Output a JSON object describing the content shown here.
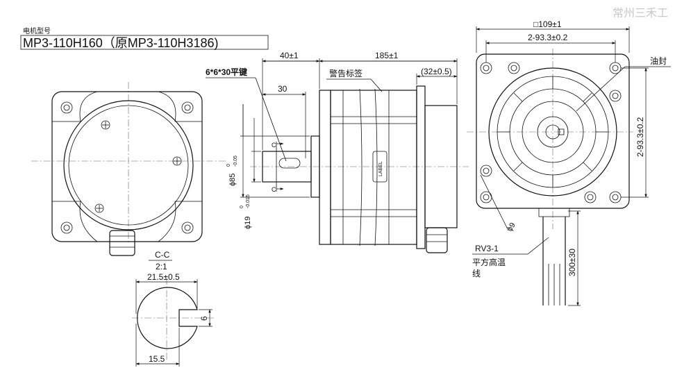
{
  "watermark": "常州三禾工",
  "model": {
    "caption": "电机型号",
    "name": "MP3-110H160（原MP3-110H3186)"
  },
  "side_view": {
    "length_total": "185±1",
    "shaft_length": "40±1",
    "key_length": "30",
    "rear_cap": "(32±0.5)",
    "key_label": "6*6*30平键",
    "warning_label": "警告标签",
    "label_text": "LABEL",
    "section_mark": "C",
    "pilot_dia": "ϕ85",
    "pilot_tol_upper": "0",
    "pilot_tol_lower": "-0.05",
    "shaft_dia": "ϕ19",
    "shaft_tol_upper": "0",
    "shaft_tol_lower": "-0.015"
  },
  "front_view": {
    "flange_size": "□109±1",
    "hole_pitch_h": "2-93.3±0.2",
    "hole_pitch_v": "2-93.3±0.2",
    "oil_seal": "油封",
    "hole_dia": "ϕ9",
    "cable_length": "300±30",
    "cable_type": "RV3-1",
    "cable_desc_line1": "平方高温",
    "cable_desc_line2": "线"
  },
  "section_view": {
    "title": "C-C",
    "scale": "2:1",
    "width": "21.5±0.5",
    "flat_width": "15.5",
    "key_height": "6"
  }
}
